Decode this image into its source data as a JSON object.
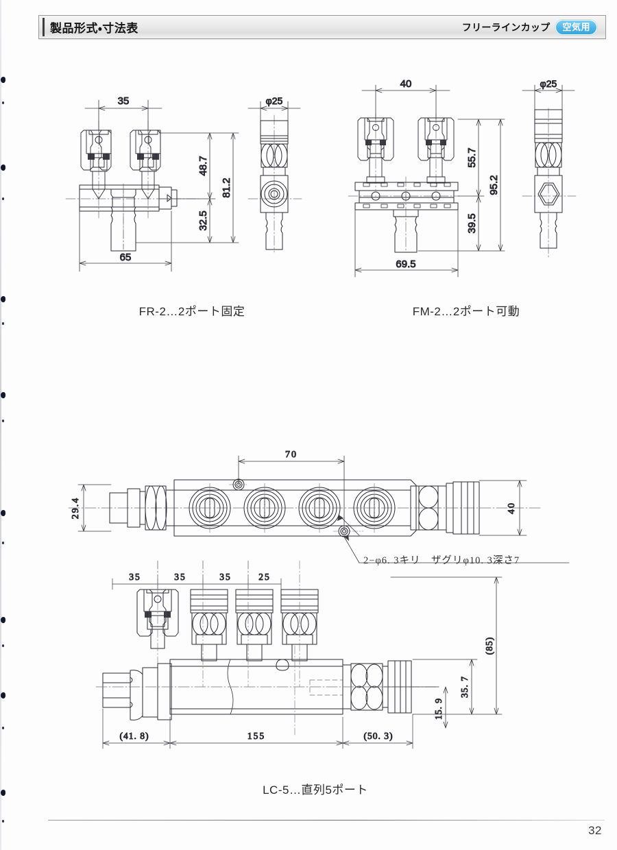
{
  "header": {
    "title": "製品形式・寸法表",
    "series": "フリーラインカップ",
    "badge": "空気用"
  },
  "figures": [
    {
      "id": "fr-2",
      "caption": "FR-2…2ポート固定",
      "dims": {
        "pitch": "35",
        "width": "65",
        "height_upper": "48.7",
        "height_total": "81.2",
        "height_lower": "32.5",
        "side_dia": "φ25"
      }
    },
    {
      "id": "fm-2",
      "caption": "FM-2…2ポート可動",
      "dims": {
        "pitch": "40",
        "width": "69.5",
        "height_upper": "55.7",
        "height_total": "95.2",
        "height_lower": "39.5",
        "side_dia": "φ25"
      }
    },
    {
      "id": "lc-5",
      "caption": "LC-5…直列5ポート",
      "top_view": {
        "mount_pitch": "70",
        "body_height": "29.4",
        "body_width": "40",
        "note": "2−φ6. 3キリ　ザグリφ10. 3深さ7"
      },
      "front_view": {
        "pitch_1": "35",
        "pitch_2": "35",
        "pitch_3": "35",
        "pitch_4": "25",
        "len_left": "(41. 8)",
        "len_mid": "155",
        "len_right": "(50. 3)",
        "height_total": "(85)",
        "height_mid": "35. 7",
        "height_low": "15. 9"
      }
    }
  ],
  "footer": {
    "page_number": "32"
  },
  "colors": {
    "badge_blue": "#4fb4e4",
    "line": "#2b2b33",
    "thin_line": "#5a5a66",
    "center_line": "#6f6f7a"
  }
}
